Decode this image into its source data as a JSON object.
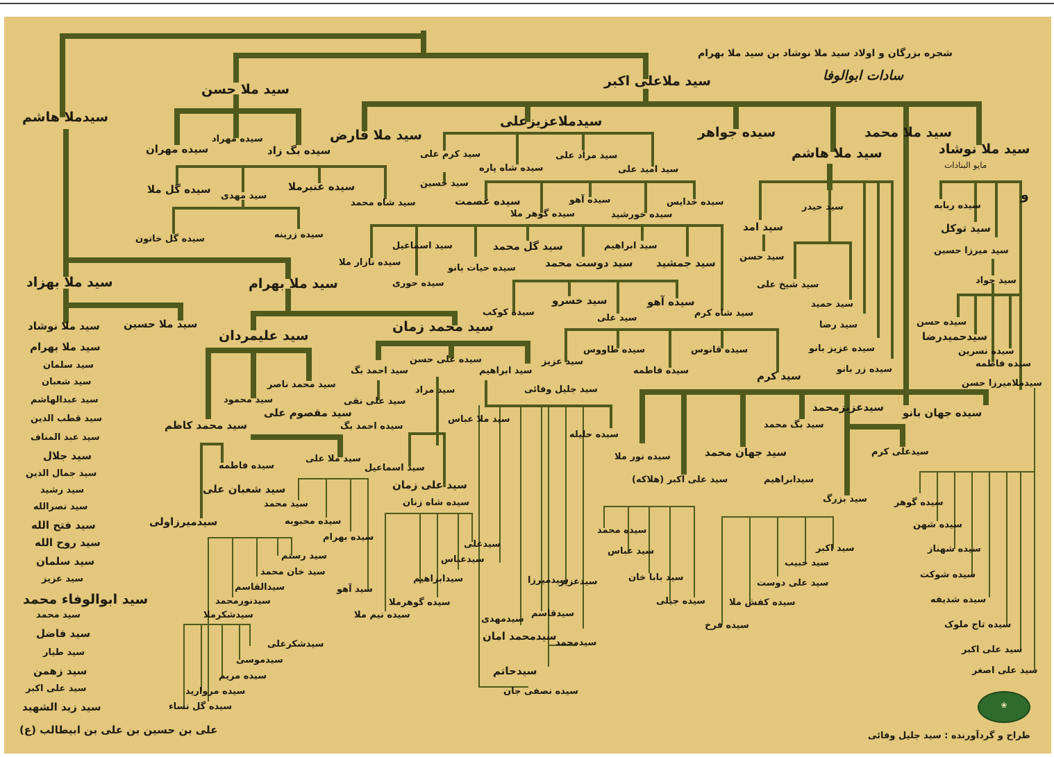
{
  "header": {
    "title": "شجره بزرگان و اولاد سید ملا نوشاد بن سید ملا بهرام",
    "subtitle": "سادات ابوالوفا"
  },
  "footer": {
    "lineage_root": "علی بن حسین بن علی بن ابیطالب (ع)",
    "compiler": "طراح و گردآورنده : سید جلیل وفائی"
  },
  "colors": {
    "background": "#e2c77c",
    "lines": "#4f5a1c",
    "text": "#1e1a10",
    "logo": "#2f6b2a"
  },
  "nodes": [
    {
      "t": "سید ملاعلی اکبر",
      "s": "big"
    },
    {
      "t": "سید ملا حسن",
      "s": "big"
    },
    {
      "t": "سیدملا هاشم",
      "s": "big"
    },
    {
      "t": "سید ملا بهزاد",
      "s": "big"
    },
    {
      "t": "سید ملا بهرام",
      "s": "big"
    },
    {
      "t": "سید ملا فارض",
      "s": "big"
    },
    {
      "t": "سیدملاعزیزعلی",
      "s": "big"
    },
    {
      "t": "سیده جواهر",
      "s": "big"
    },
    {
      "t": "سید ملا محمد",
      "s": "big"
    },
    {
      "t": "سید ملا هاشم",
      "s": "big"
    },
    {
      "t": "سید ملا نوشاد",
      "s": "big"
    },
    {
      "t": "مایو البنادات",
      "s": "xs"
    },
    {
      "t": "سیده مهران",
      "s": "mid"
    },
    {
      "t": "سیده مهراد",
      "s": "sm"
    },
    {
      "t": "سیده بگ زاد",
      "s": "mid"
    },
    {
      "t": "سیده گل ملا",
      "s": "mid"
    },
    {
      "t": "سید مهدی",
      "s": "sm"
    },
    {
      "t": "سیده عنبرملا",
      "s": "mid"
    },
    {
      "t": "سید شاه محمد",
      "s": "sm"
    },
    {
      "t": "سیده گل خاتون",
      "s": "sm"
    },
    {
      "t": "سیده زرینه",
      "s": "sm"
    },
    {
      "t": "سید کرم علی",
      "s": "sm"
    },
    {
      "t": "سیده شاه پاره",
      "s": "sm"
    },
    {
      "t": "سید مراد علی",
      "s": "sm"
    },
    {
      "t": "سید امید علی",
      "s": "sm"
    },
    {
      "t": "سید حسین",
      "s": "sm"
    },
    {
      "t": "سیده عصمت",
      "s": "mid"
    },
    {
      "t": "سیده آهو",
      "s": "sm"
    },
    {
      "t": "سیده گوهر ملا",
      "s": "sm"
    },
    {
      "t": "سیده خدایس",
      "s": "sm"
    },
    {
      "t": "سیده خورشید",
      "s": "sm"
    },
    {
      "t": "سیده نازار ملا",
      "s": "sm"
    },
    {
      "t": "سید اسماعیل",
      "s": "sm"
    },
    {
      "t": "سیده حیات بانو",
      "s": "sm"
    },
    {
      "t": "سید گل محمد",
      "s": "mid"
    },
    {
      "t": "سید دوست محمد",
      "s": "mid"
    },
    {
      "t": "سید ابراهیم",
      "s": "sm"
    },
    {
      "t": "سید جمشید",
      "s": "mid"
    },
    {
      "t": "سیده حوری",
      "s": "sm"
    },
    {
      "t": "سیده کوکب",
      "s": "sm"
    },
    {
      "t": "سید خسرو",
      "s": "mid"
    },
    {
      "t": "سید علی",
      "s": "sm"
    },
    {
      "t": "سیده آهو",
      "s": "mid"
    },
    {
      "t": "سید شاه کرم",
      "s": "sm"
    },
    {
      "t": "سیده طاووس",
      "s": "sm"
    },
    {
      "t": "سیده قانوس",
      "s": "sm"
    },
    {
      "t": "سید عزیز",
      "s": "sm"
    },
    {
      "t": "سیده فاطمه",
      "s": "sm"
    },
    {
      "t": "سید کرم",
      "s": "mid"
    },
    {
      "t": "سید جلیل وفائی",
      "s": "sm"
    },
    {
      "t": "سید امد",
      "s": "mid"
    },
    {
      "t": "سید حیدر",
      "s": "sm"
    },
    {
      "t": "سید حسن",
      "s": "sm"
    },
    {
      "t": "سید شیخ علی",
      "s": "sm"
    },
    {
      "t": "سید حمید",
      "s": "sm"
    },
    {
      "t": "سید رضا",
      "s": "sm"
    },
    {
      "t": "سیده عزیز بانو",
      "s": "sm"
    },
    {
      "t": "سیده زر بانو",
      "s": "sm"
    },
    {
      "t": "سیده ربابه",
      "s": "sm"
    },
    {
      "t": "سید توکل",
      "s": "mid"
    },
    {
      "t": "سید میرزا حسین",
      "s": "sm"
    },
    {
      "t": "سید جواد",
      "s": "sm"
    },
    {
      "t": "سیده حسن",
      "s": "sm"
    },
    {
      "t": "سیدحمیدرضا",
      "s": "mid"
    },
    {
      "t": "سیده نسرین",
      "s": "sm"
    },
    {
      "t": "سیده فاطمه",
      "s": "sm"
    },
    {
      "t": "سیدملامیرزا حسن",
      "s": "sm"
    },
    {
      "t": "سید ملا حسین",
      "s": "mid"
    },
    {
      "t": "سید ملا نوشاد",
      "s": "mid"
    },
    {
      "t": "سید ملا بهرام",
      "s": "mid"
    },
    {
      "t": "سید سلمان",
      "s": "sm"
    },
    {
      "t": "سید شعبان",
      "s": "sm"
    },
    {
      "t": "سید عبدالهاشم",
      "s": "sm"
    },
    {
      "t": "سید قطب الدین",
      "s": "sm"
    },
    {
      "t": "سید عبد المناف",
      "s": "sm"
    },
    {
      "t": "سید جلال",
      "s": "mid"
    },
    {
      "t": "سید جمال الدین",
      "s": "sm"
    },
    {
      "t": "سید رشید",
      "s": "sm"
    },
    {
      "t": "سید نصرالله",
      "s": "sm"
    },
    {
      "t": "سید فتح الله",
      "s": "mid"
    },
    {
      "t": "سید روح الله",
      "s": "mid"
    },
    {
      "t": "سید سلمان",
      "s": "mid"
    },
    {
      "t": "سید عزیز",
      "s": "sm"
    },
    {
      "t": "سید ابوالوفاء محمد",
      "s": "big"
    },
    {
      "t": "سید محمد",
      "s": "sm"
    },
    {
      "t": "سید فاضل",
      "s": "mid"
    },
    {
      "t": "سید طیار",
      "s": "sm"
    },
    {
      "t": "سید زهمن",
      "s": "mid"
    },
    {
      "t": "سید علی اکبر",
      "s": "sm"
    },
    {
      "t": "سید زید الشهید",
      "s": "mid"
    },
    {
      "t": "سید علیمردان",
      "s": "big"
    },
    {
      "t": "سید محمد زمان",
      "s": "big"
    },
    {
      "t": "سیده علی حسن",
      "s": "sm"
    },
    {
      "t": "سید احمد بگ",
      "s": "sm"
    },
    {
      "t": "سید ابراهیم",
      "s": "sm"
    },
    {
      "t": "سید محمد ناصر",
      "s": "sm"
    },
    {
      "t": "سید محمود",
      "s": "sm"
    },
    {
      "t": "سید مقصوم علی",
      "s": "mid"
    },
    {
      "t": "سید علی نقی",
      "s": "sm"
    },
    {
      "t": "سید مراد",
      "s": "sm"
    },
    {
      "t": "سیده احمد بگ",
      "s": "sm"
    },
    {
      "t": "سید محمد کاظم",
      "s": "mid"
    },
    {
      "t": "سید ملا علی",
      "s": "sm"
    },
    {
      "t": "سید ملا عباس",
      "s": "sm"
    },
    {
      "t": "سیده فاطمه",
      "s": "sm"
    },
    {
      "t": "سید شعبان علی",
      "s": "mid"
    },
    {
      "t": "سید اسماعیل",
      "s": "sm"
    },
    {
      "t": "سید علی زمان",
      "s": "mid"
    },
    {
      "t": "سیده شاه زنان",
      "s": "sm"
    },
    {
      "t": "سیدمیرزاولی",
      "s": "mid"
    },
    {
      "t": "سید محمد",
      "s": "sm"
    },
    {
      "t": "سیده محبوبه",
      "s": "sm"
    },
    {
      "t": "سیده بهرام",
      "s": "sm"
    },
    {
      "t": "سید رستم",
      "s": "sm"
    },
    {
      "t": "سید خان محمد",
      "s": "sm"
    },
    {
      "t": "سیدالقاسم",
      "s": "sm"
    },
    {
      "t": "سیدنورمحمد",
      "s": "sm"
    },
    {
      "t": "سیدشکرملا",
      "s": "sm"
    },
    {
      "t": "سیدشکرعلی",
      "s": "sm"
    },
    {
      "t": "سیدموسی",
      "s": "sm"
    },
    {
      "t": "سیده مریم",
      "s": "sm"
    },
    {
      "t": "سیده مروارید",
      "s": "sm"
    },
    {
      "t": "سیده گل نساء",
      "s": "sm"
    },
    {
      "t": "سید آهو",
      "s": "sm"
    },
    {
      "t": "سیده گوهرملا",
      "s": "sm"
    },
    {
      "t": "سیده نیم ملا",
      "s": "sm"
    },
    {
      "t": "سیدعلی",
      "s": "sm"
    },
    {
      "t": "سیدعباس",
      "s": "sm"
    },
    {
      "t": "سیدابراهیم",
      "s": "sm"
    },
    {
      "t": "سیدمیرزا",
      "s": "sm"
    },
    {
      "t": "سیدمهدی",
      "s": "sm"
    },
    {
      "t": "سیدمحمد امان",
      "s": "mid"
    },
    {
      "t": "سیدحاتم",
      "s": "mid"
    },
    {
      "t": "سیده نصفی جان",
      "s": "sm"
    },
    {
      "t": "سیدقاسم",
      "s": "sm"
    },
    {
      "t": "سیدمحمد",
      "s": "sm"
    },
    {
      "t": "سیدعزیز",
      "s": "sm"
    },
    {
      "t": "سیده حلیله",
      "s": "sm"
    },
    {
      "t": "سیده نور ملا",
      "s": "sm"
    },
    {
      "t": "سید علی اکبر (هلاکه)",
      "s": "sm"
    },
    {
      "t": "سید جهان محمد",
      "s": "mid"
    },
    {
      "t": "سید بگ محمد",
      "s": "sm"
    },
    {
      "t": "سیدعزیزمحمد",
      "s": "mid"
    },
    {
      "t": "سیده جهان بانو",
      "s": "mid"
    },
    {
      "t": "سیدعلی کرم",
      "s": "sm"
    },
    {
      "t": "سیدابراهیم",
      "s": "sm"
    },
    {
      "t": "سید بزرگ",
      "s": "sm"
    },
    {
      "t": "سیده محمد",
      "s": "sm"
    },
    {
      "t": "سید عباس",
      "s": "sm"
    },
    {
      "t": "سید بابا خان",
      "s": "sm"
    },
    {
      "t": "سیده جیلی",
      "s": "sm"
    },
    {
      "t": "سید اکبر",
      "s": "sm"
    },
    {
      "t": "سید حبیب",
      "s": "sm"
    },
    {
      "t": "سید علی دوست",
      "s": "sm"
    },
    {
      "t": "سیده کفش ملا",
      "s": "sm"
    },
    {
      "t": "سیده فرخ",
      "s": "sm"
    },
    {
      "t": "سیده گوهر",
      "s": "sm"
    },
    {
      "t": "سیده شهن",
      "s": "sm"
    },
    {
      "t": "سیده شهناز",
      "s": "sm"
    },
    {
      "t": "سیده شوکت",
      "s": "sm"
    },
    {
      "t": "سیده شدیفه",
      "s": "sm"
    },
    {
      "t": "سیده تاج ملوک",
      "s": "sm"
    },
    {
      "t": "سید علی اکبر",
      "s": "sm"
    },
    {
      "t": "سید علی اصغر",
      "s": "sm"
    },
    {
      "t": "و",
      "s": "big"
    }
  ]
}
